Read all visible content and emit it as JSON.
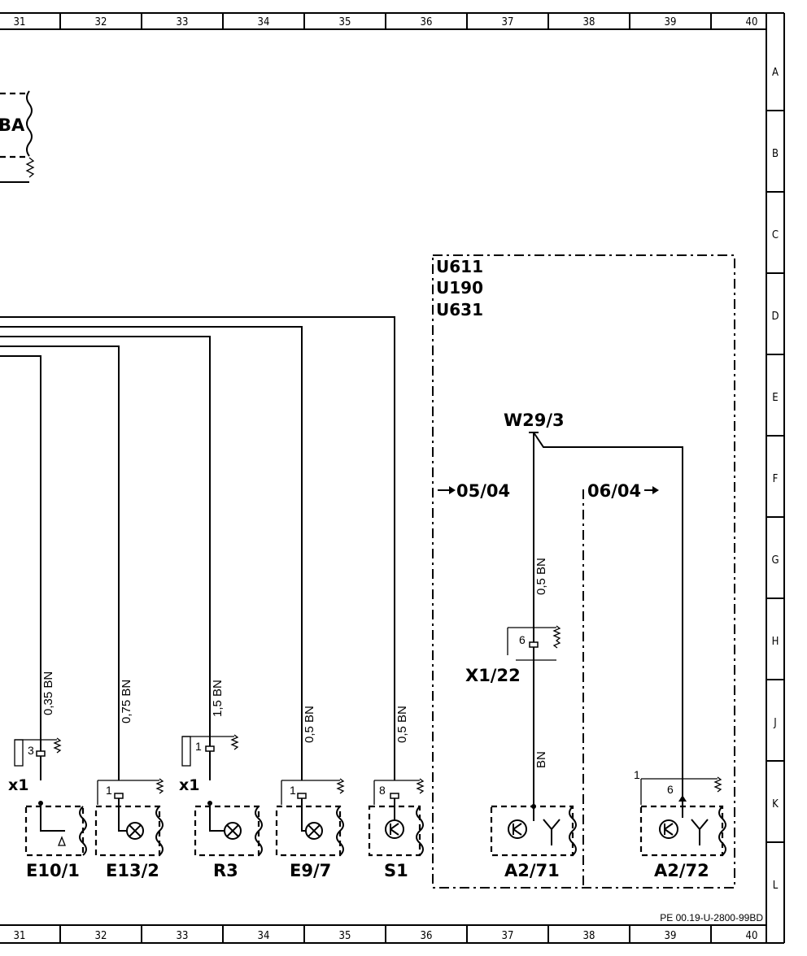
{
  "columns": [
    "31",
    "32",
    "33",
    "34",
    "35",
    "36",
    "37",
    "38",
    "39",
    "40"
  ],
  "rows": [
    "A",
    "B",
    "C",
    "D",
    "E",
    "F",
    "G",
    "H",
    "J",
    "K",
    "L"
  ],
  "top_block_label": "BA",
  "module_codes": [
    "U611",
    "U190",
    "U631"
  ],
  "connector_w": "W29/3",
  "ref_left": "05/04",
  "ref_right": "06/04",
  "connector_x1_22": {
    "label": "X1/22",
    "pin": "6"
  },
  "wires": {
    "e10_1": "0,35 BN",
    "e13_2": "0,75 BN",
    "r3": "1,5 BN",
    "e9_7": "0,5 BN",
    "s1": "0,5 BN",
    "a2_71_upper": "0,5 BN",
    "a2_71_lower": "BN"
  },
  "pins": {
    "e10_1": "3",
    "e13_2": "1",
    "r3": "1",
    "e9_7": "1",
    "s1": "8",
    "a2_72": "6",
    "a2_72_group": "1"
  },
  "x1_labels": [
    "x1",
    "x1"
  ],
  "components": [
    "E10/1",
    "E13/2",
    "R3",
    "E9/7",
    "S1",
    "A2/71",
    "A2/72"
  ],
  "footer_code": "PE 00.19-U-2800-99BD"
}
